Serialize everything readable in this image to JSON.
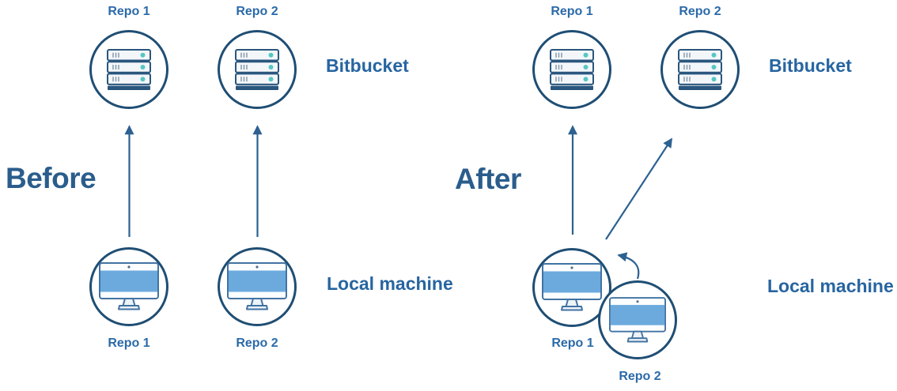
{
  "diagram": {
    "description": "Bitbucket repositories before and after moving local Repo 2 into local Repo 1",
    "colors": {
      "heading_text": "#2a5d8c",
      "label_text": "#2b6aa9",
      "node_border": "#1f4e74",
      "arrow": "#2c6191",
      "server_unit_fill": "#f4f7fa",
      "server_unit_border": "#2a567e",
      "server_led_teal": "#57c7c3",
      "monitor_border": "#4173a3",
      "monitor_screen_blue": "#6caade",
      "background": "#ffffff"
    },
    "icons": {
      "remote": "server-icon",
      "local": "desktop-computer-icon"
    },
    "before": {
      "heading": "Before",
      "bitbucket_label": "Bitbucket",
      "local_label": "Local machine",
      "remote_repos": [
        {
          "label": "Repo 1"
        },
        {
          "label": "Repo 2"
        }
      ],
      "local_repos": [
        {
          "label": "Repo 1"
        },
        {
          "label": "Repo 2"
        }
      ],
      "arrows": [
        "local Repo 1 pushes up to Bitbucket Repo 1",
        "local Repo 2 pushes up to Bitbucket Repo 2"
      ]
    },
    "after": {
      "heading": "After",
      "bitbucket_label": "Bitbucket",
      "local_label": "Local machine",
      "remote_repos": [
        {
          "label": "Repo 1"
        },
        {
          "label": "Repo 2"
        }
      ],
      "local_repos": [
        {
          "label": "Repo 1"
        },
        {
          "label": "Repo 2"
        }
      ],
      "arrows": [
        "local Repo 1 pushes up to Bitbucket Repo 1",
        "local Repo 1 pushes diagonally up to Bitbucket Repo 2",
        "local Repo 2 merges (curved arrow) into local Repo 1"
      ]
    }
  }
}
